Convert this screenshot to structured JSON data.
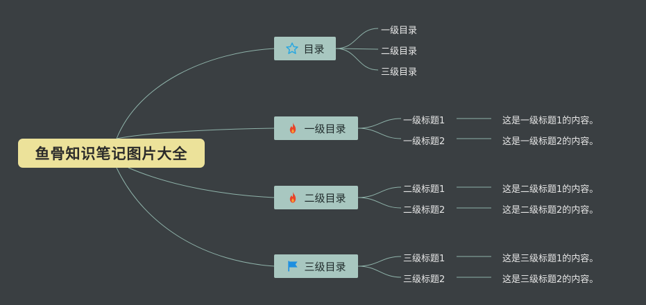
{
  "root": {
    "title": "鱼骨知识笔记图片大全"
  },
  "toc": {
    "label": "目录",
    "icon": "star-icon",
    "items": [
      "一级目录",
      "二级目录",
      "三级目录"
    ]
  },
  "level1": {
    "label": "一级目录",
    "icon": "fire-icon",
    "items": [
      {
        "title": "一级标题1",
        "content": "这是一级标题1的内容。"
      },
      {
        "title": "一级标题2",
        "content": "这是一级标题2的内容。"
      }
    ]
  },
  "level2": {
    "label": "二级目录",
    "icon": "fire-icon",
    "items": [
      {
        "title": "二级标题1",
        "content": "这是二级标题1的内容。"
      },
      {
        "title": "二级标题2",
        "content": "这是二级标题2的内容。"
      }
    ]
  },
  "level3": {
    "label": "三级目录",
    "icon": "flag-icon",
    "items": [
      {
        "title": "三级标题1",
        "content": "这是三级标题1的内容。"
      },
      {
        "title": "三级标题2",
        "content": "这是三级标题2的内容。"
      }
    ]
  },
  "colors": {
    "background": "#3a3f42",
    "root_fill": "#ece29a",
    "branch_fill": "#a8c7c0",
    "connector": "#8fb3aa",
    "star": "#2aa7e0",
    "fire": "#e8442a",
    "flag": "#1e8fe0"
  }
}
